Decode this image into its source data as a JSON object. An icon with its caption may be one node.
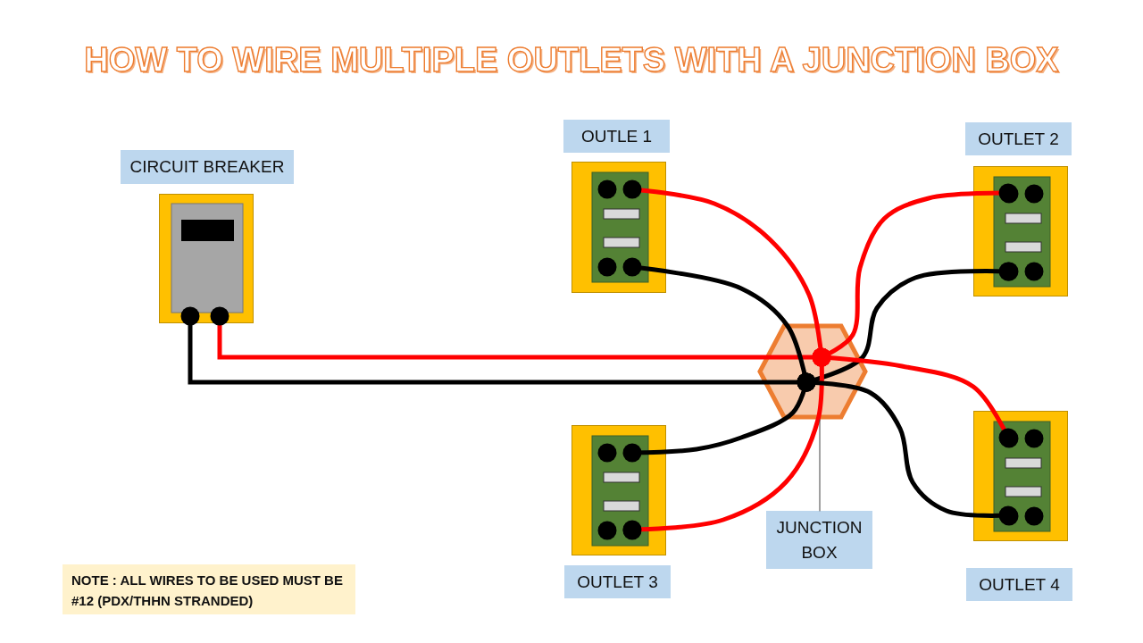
{
  "diagram": {
    "title": "HOW TO WIRE MULTIPLE OUTLETS WITH A JUNCTION BOX",
    "nodes": [
      {
        "text": [
          "CIRCUIT BREAKER"
        ]
      },
      {
        "text": [
          "OUTLE 1"
        ]
      },
      {
        "text": [
          "OUTLET 2"
        ]
      },
      {
        "text": [],
        "shape": "hexagon"
      },
      {
        "text": [
          "OUTLET 3"
        ]
      },
      {
        "text": [
          "OUTLET 4"
        ]
      },
      {
        "text": [
          "JUNCTION BOX"
        ]
      }
    ],
    "edges": [
      {
        "from": 0,
        "to": 3,
        "arrow": "other",
        "color": "#ff0000"
      },
      {
        "from": 0,
        "to": 3,
        "arrow": "other",
        "color": "#000000"
      },
      {
        "from": 3,
        "to": 1,
        "arrow": "other",
        "color": "#ff0000"
      },
      {
        "from": 3,
        "to": 1,
        "arrow": "other",
        "color": "#000000"
      },
      {
        "from": 3,
        "to": 2,
        "arrow": "other",
        "color": "#ff0000"
      },
      {
        "from": 3,
        "to": 2,
        "arrow": "other",
        "color": "#000000"
      },
      {
        "from": 3,
        "to": 4,
        "arrow": "other",
        "color": "#ff0000"
      },
      {
        "from": 3,
        "to": 4,
        "arrow": "other",
        "color": "#000000"
      },
      {
        "from": 3,
        "to": 5,
        "arrow": "other",
        "color": "#ff0000"
      },
      {
        "from": 3,
        "to": 5,
        "arrow": "other",
        "color": "#000000"
      },
      {
        "from": 6,
        "to": 3,
        "arrow": "none",
        "color": "#404040"
      }
    ],
    "labels": [
      "NOTE : ALL WIRES TO BE USED MUST BE #12 (PDX/THHN STRANDED)"
    ]
  }
}
